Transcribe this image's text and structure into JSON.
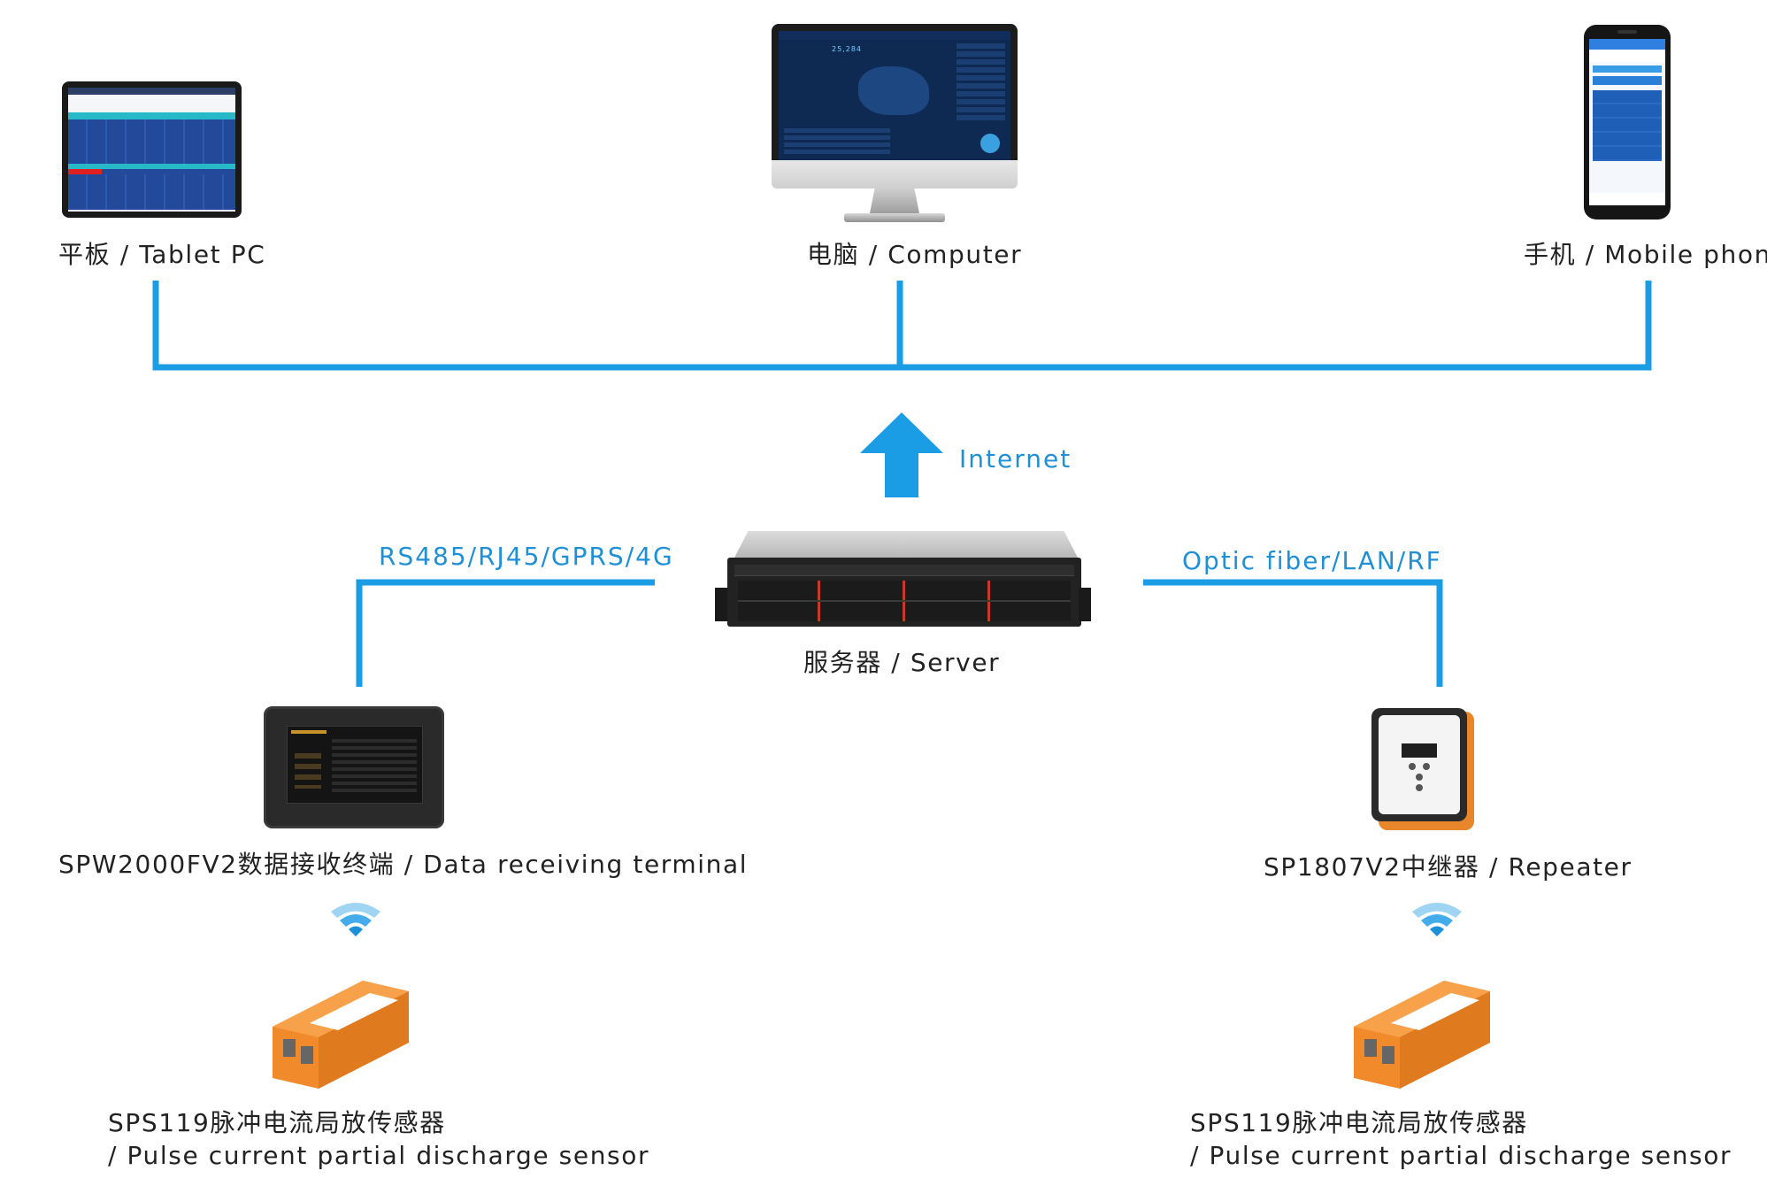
{
  "colors": {
    "accent": "#1b9de6",
    "label_blue": "#1f8fd6",
    "sensor_orange": "#f08a2b"
  },
  "devices": {
    "tablet": {
      "label": "平板 / Tablet PC",
      "icon": "tablet-icon"
    },
    "computer": {
      "label": "电脑 / Computer",
      "icon": "monitor-icon"
    },
    "phone": {
      "label": "手机 / Mobile phone",
      "icon": "smartphone-icon"
    },
    "server": {
      "label": "服务器 / Server",
      "icon": "rack-server-icon"
    },
    "terminal": {
      "label": "SPW2000FV2数据接收终端 / Data receiving terminal",
      "icon": "terminal-icon"
    },
    "repeater": {
      "label": "SP1807V2中继器 / Repeater",
      "icon": "repeater-icon"
    },
    "sensor_left": {
      "label_line1": "SPS119脉冲电流局放传感器",
      "label_line2": "/ Pulse current partial discharge sensor",
      "icon": "sensor-icon"
    },
    "sensor_right": {
      "label_line1": "SPS119脉冲电流局放传感器",
      "label_line2": "/ Pulse current partial discharge sensor",
      "icon": "sensor-icon"
    }
  },
  "connections": {
    "internet": "Internet",
    "left_link": "RS485/RJ45/GPRS/4G",
    "right_link": "Optic fiber/LAN/RF"
  },
  "screens": {
    "dashboard_counter": "25,284"
  }
}
